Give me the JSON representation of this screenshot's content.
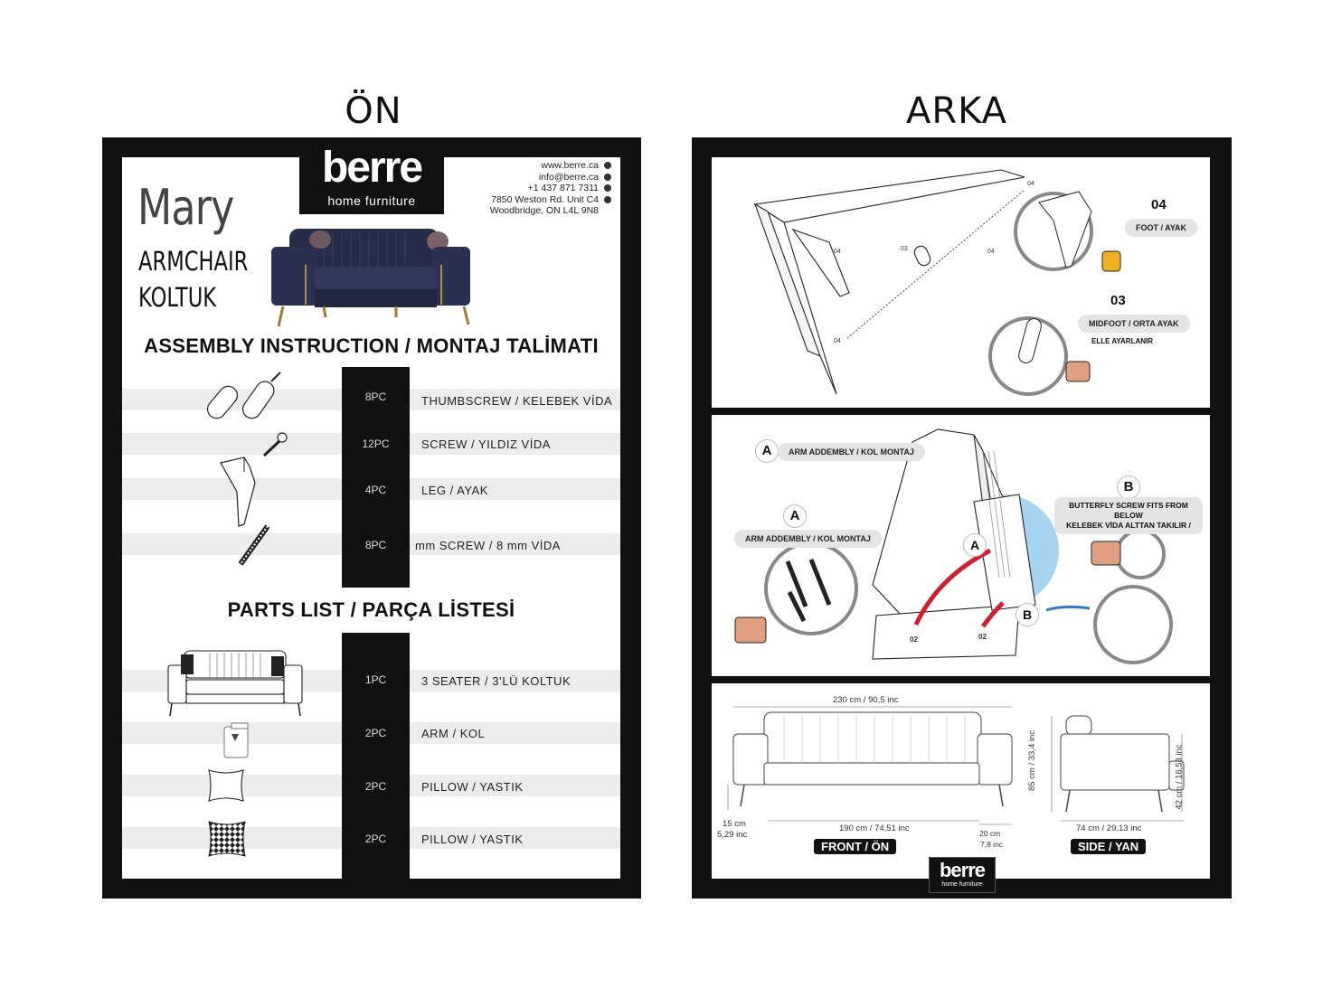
{
  "front": {
    "side_title": "ÖN",
    "brand": {
      "name": "berre",
      "tagline": "home furniture"
    },
    "contact": {
      "web": "www.berre.ca",
      "email": "info@berre.ca",
      "phone": "+1 437 871 7311",
      "address1": "7850 Weston Rd. Unit C4",
      "address2": "Woodbridge, ON L4L 9N8"
    },
    "product": {
      "name": "Mary",
      "type_en": "ARMCHAIR",
      "type_tr": "KOLTUK"
    },
    "assembly_title": "ASSEMBLY INSTRUCTION / MONTAJ TALİMATI",
    "assembly_items": [
      {
        "qty": "8PC",
        "label": "THUMBSCREW / KELEBEK VİDA"
      },
      {
        "qty": "12PC",
        "label": "SCREW / YILDIZ VİDA"
      },
      {
        "qty": "4PC",
        "label": "LEG / AYAK"
      },
      {
        "qty": "8PC",
        "label": "mm SCREW / 8 mm VİDA"
      }
    ],
    "parts_title": "PARTS LIST / PARÇA LİSTESİ",
    "parts_items": [
      {
        "qty": "1PC",
        "label": "3 SEATER / 3’LÜ KOLTUK"
      },
      {
        "qty": "2PC",
        "label": "ARM / KOL"
      },
      {
        "qty": "2PC",
        "label": "PILLOW / YASTIK"
      },
      {
        "qty": "2PC",
        "label": "PILLOW / YASTIK"
      }
    ]
  },
  "back": {
    "side_title": "ARKA",
    "step1": {
      "foot_num": "04",
      "foot_label": "FOOT / AYAK",
      "mid_num": "03",
      "mid_label": "MIDFOOT / ORTA AYAK",
      "mid_note": "ELLE AYARLANIR",
      "tag_04": "04",
      "tag_03": "03"
    },
    "step2": {
      "a_letter": "A",
      "a_label": "ARM ADDEMBLY / KOL MONTAJ",
      "b_letter": "B",
      "b_label1": "BUTTERFLY SCREW FITS FROM BELOW",
      "b_label2": "KELEBEK VİDA ALTTAN TAKILIR /",
      "tag_02": "02"
    },
    "step3": {
      "width_total": "230 cm / 90,5 inc",
      "seat_width": "190 cm / 74,51 inc",
      "arm_width1": "20 cm",
      "arm_width2": "7,8 inc",
      "leg_height1": "15 cm",
      "leg_height2": "5,29 inc",
      "height": "85 cm / 33,4 inc",
      "seat_height": "42 cm / 16,53 inc",
      "depth": "74 cm / 29,13 inc",
      "front_label": "FRONT / ÖN",
      "side_label": "SIDE / YAN"
    },
    "brand": {
      "name": "berre",
      "tagline": "home furniture"
    }
  }
}
